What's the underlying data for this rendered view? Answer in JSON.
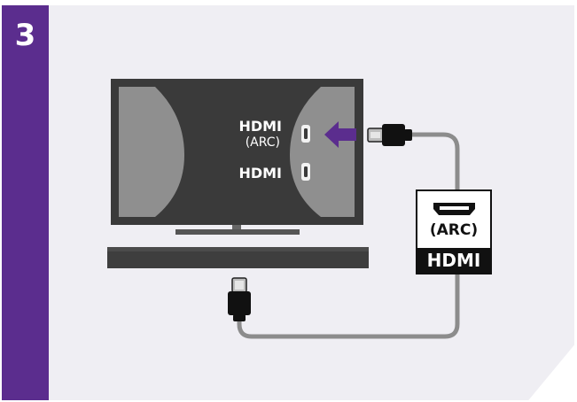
{
  "step": {
    "number": "3"
  },
  "tv": {
    "ports": [
      {
        "label": "HDMI",
        "sublabel": "(ARC)"
      },
      {
        "label": "HDMI"
      }
    ]
  },
  "badge": {
    "icon": "hdmi-port-icon",
    "top_label": "(ARC)",
    "bottom_label": "HDMI"
  },
  "colors": {
    "accent_purple": "#5b2d8e",
    "tv_body": "#3a3a3a",
    "screen_highlight": "#8f8f8f",
    "cable": "#8c8c8c",
    "background": "#efeef3"
  }
}
